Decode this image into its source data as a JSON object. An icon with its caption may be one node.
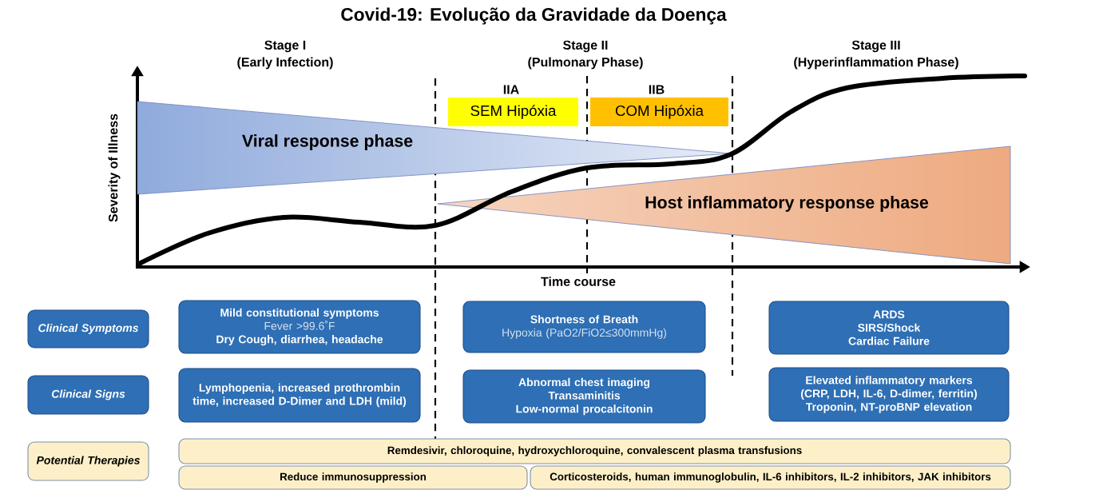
{
  "diagram": {
    "title": "Covid-19: Evolução da Gravidade da Doença",
    "nodes": [
      {
        "text": [
          "SEM Hipóxia"
        ]
      },
      {
        "text": [
          "COM Hipóxia"
        ]
      },
      {
        "text": [
          "Viral response phase"
        ]
      },
      {
        "text": [
          "Host inflammatory response phase"
        ]
      },
      {
        "text": [
          "Clinical Symptoms"
        ]
      },
      {
        "text": [
          "Mild constitutional symptoms",
          "Fever >99.6˚F",
          "Dry Cough, diarrhea, headache"
        ]
      },
      {
        "text": [
          "Shortness of Breath",
          "Hypoxia (PaO2/FiO2≤300mmHg)"
        ]
      },
      {
        "text": [
          "ARDS",
          "SIRS/Shock",
          "Cardiac Failure"
        ]
      },
      {
        "text": [
          "Clinical Signs"
        ]
      },
      {
        "text": [
          "Lymphopenia, increased prothrombin time, increased D-Dimer and LDH (mild)"
        ]
      },
      {
        "text": [
          "Abnormal chest imaging",
          "Transaminitis",
          "Low-normal procalcitonin"
        ]
      },
      {
        "text": [
          "Elevated inflammatory markers (CRP, LDH, IL-6, D-dimer, ferritin)",
          "Troponin, NT-proBNP elevation"
        ]
      },
      {
        "text": [
          "Potential Therapies"
        ]
      },
      {
        "text": [
          "Remdesivir, chloroquine, hydroxychloroquine, convalescent plasma transfusions"
        ]
      },
      {
        "text": [
          "Reduce immunosuppression"
        ]
      },
      {
        "text": [
          "Corticosteroids, human immunoglobulin, IL-6 inhibitors, IL-2 inhibitors, JAK inhibitors"
        ]
      }
    ],
    "edges": [],
    "labels": [
      "Stage I",
      "(Early Infection)",
      "Stage II",
      "(Pulmonary Phase)",
      "Stage III",
      "(Hyperinflammation Phase)",
      "IIA",
      "IIB",
      "Severity of Illness",
      "Time course"
    ]
  }
}
